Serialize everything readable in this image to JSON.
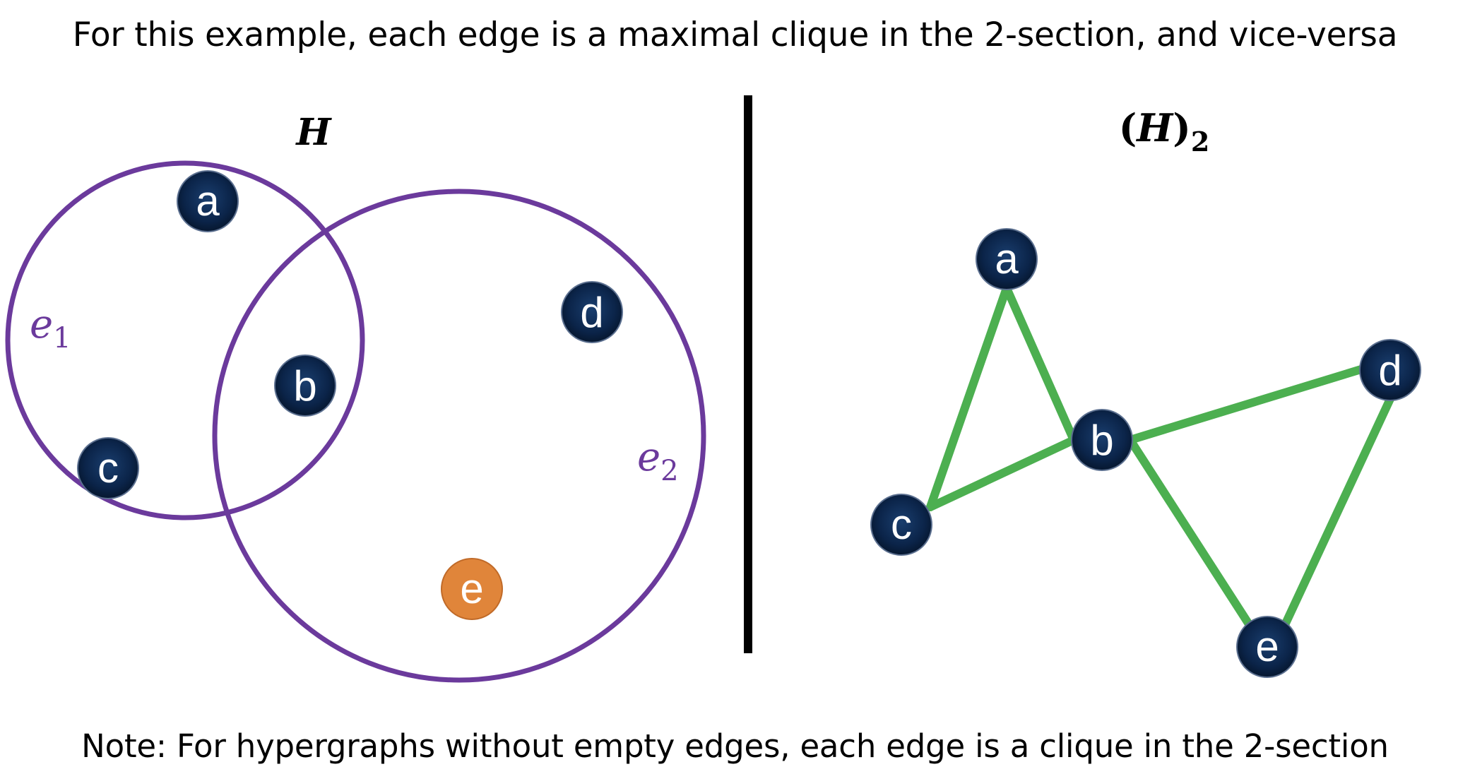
{
  "title": "For this example, each edge is a maximal clique in the 2-section, and vice-versa",
  "note": "Note: For hypergraphs without empty edges, each edge is a clique in the 2-section",
  "left_panel": {
    "label": "H",
    "hyperedges": [
      {
        "name": "e",
        "subscript": "1"
      },
      {
        "name": "e",
        "subscript": "2"
      }
    ],
    "nodes": [
      "a",
      "b",
      "c",
      "d",
      "e"
    ]
  },
  "right_panel": {
    "label_open": "(",
    "label_name": "H",
    "label_close": ")",
    "label_subscript": "2",
    "nodes": [
      "a",
      "b",
      "c",
      "d",
      "e"
    ],
    "edges": [
      [
        "a",
        "b"
      ],
      [
        "a",
        "c"
      ],
      [
        "b",
        "c"
      ],
      [
        "b",
        "d"
      ],
      [
        "b",
        "e"
      ],
      [
        "d",
        "e"
      ]
    ]
  },
  "colors": {
    "hyperedge": "#6b3a9c",
    "node_fill": "#0d2a52",
    "highlight_node_fill": "#e0853a",
    "graph_edge": "#4caf50",
    "divider": "#000000"
  }
}
